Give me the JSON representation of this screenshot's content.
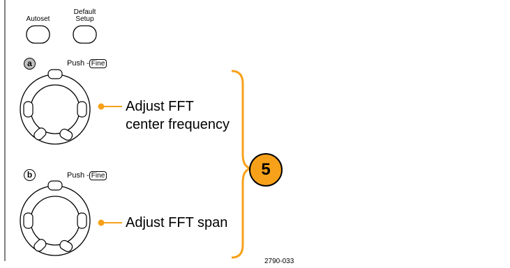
{
  "buttons": [
    {
      "label": "Autoset"
    },
    {
      "label_line1": "Default",
      "label_line2": "Setup"
    }
  ],
  "knobs": [
    {
      "letter": "a",
      "push_label": "Push -",
      "fine_label": "Fine",
      "callout_line1": "Adjust FFT",
      "callout_line2": "center frequency"
    },
    {
      "letter": "b",
      "push_label": "Push -",
      "fine_label": "Fine",
      "callout_line1": "Adjust FFT span"
    }
  ],
  "step_badge": "5",
  "figure_id": "2790-033",
  "colors": {
    "accent": "#f7a11a",
    "stroke": "#000000",
    "knob_a_fill": "#bfbfbf"
  }
}
